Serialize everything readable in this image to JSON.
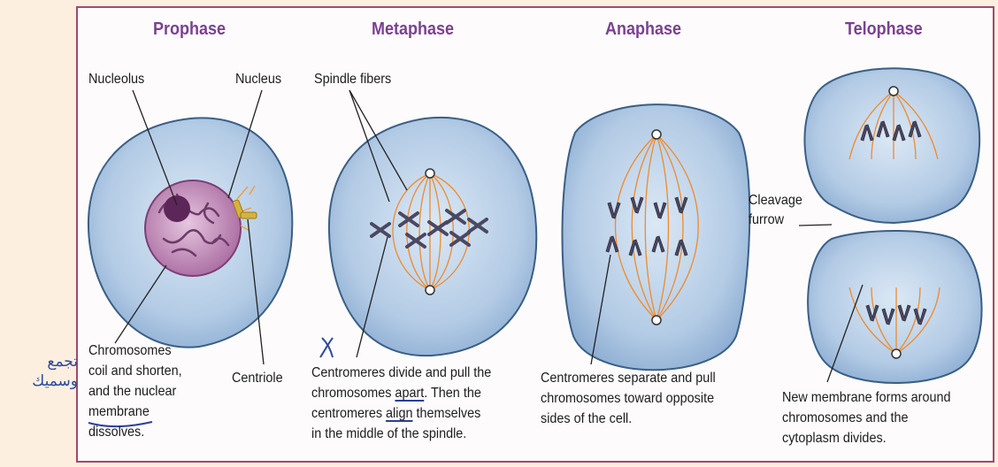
{
  "phases": [
    {
      "title": "Prophase"
    },
    {
      "title": "Metaphase"
    },
    {
      "title": "Anaphase"
    },
    {
      "title": "Telophase"
    }
  ],
  "labels": {
    "nucleolus": "Nucleolus",
    "nucleus": "Nucleus",
    "spindle_fibers": "Spindle fibers",
    "centriole": "Centriole",
    "cleavage_furrow": "Cleavage\nfurrow"
  },
  "descriptions": {
    "prophase": {
      "main": "Chromosomes\ncoil and shorten,\nand the nuclear\nmembrane\n",
      "underlined": "dissolves",
      "tail": "."
    },
    "metaphase": {
      "line1": "Centromeres divide and pull the",
      "line2_pre": "chromosomes ",
      "line2_u": "apart",
      "line2_post": ". Then the",
      "line3_pre": "centromeres ",
      "line3_u": "align",
      "line3_post": " themselves",
      "line4": "in the middle of the spindle."
    },
    "anaphase": "Centromeres separate and pull\nchromosomes toward opposite\nsides of the cell.",
    "telophase": "New membrane forms around\nchromosomes and the\ncytoplasm divides."
  },
  "annotations": {
    "handwritten_arabic": "تجمع\nوسميك",
    "handwritten_mark": "X"
  },
  "colors": {
    "title": "#7a4191",
    "border": "#9c4a6e",
    "cell_fill": "#a4c0de",
    "cell_edge": "#3a5f86",
    "nucleus": "#b982b0",
    "spindle": "#f08a2a",
    "chromosome": "#4a4862",
    "handwriting": "#2d4a9e"
  }
}
